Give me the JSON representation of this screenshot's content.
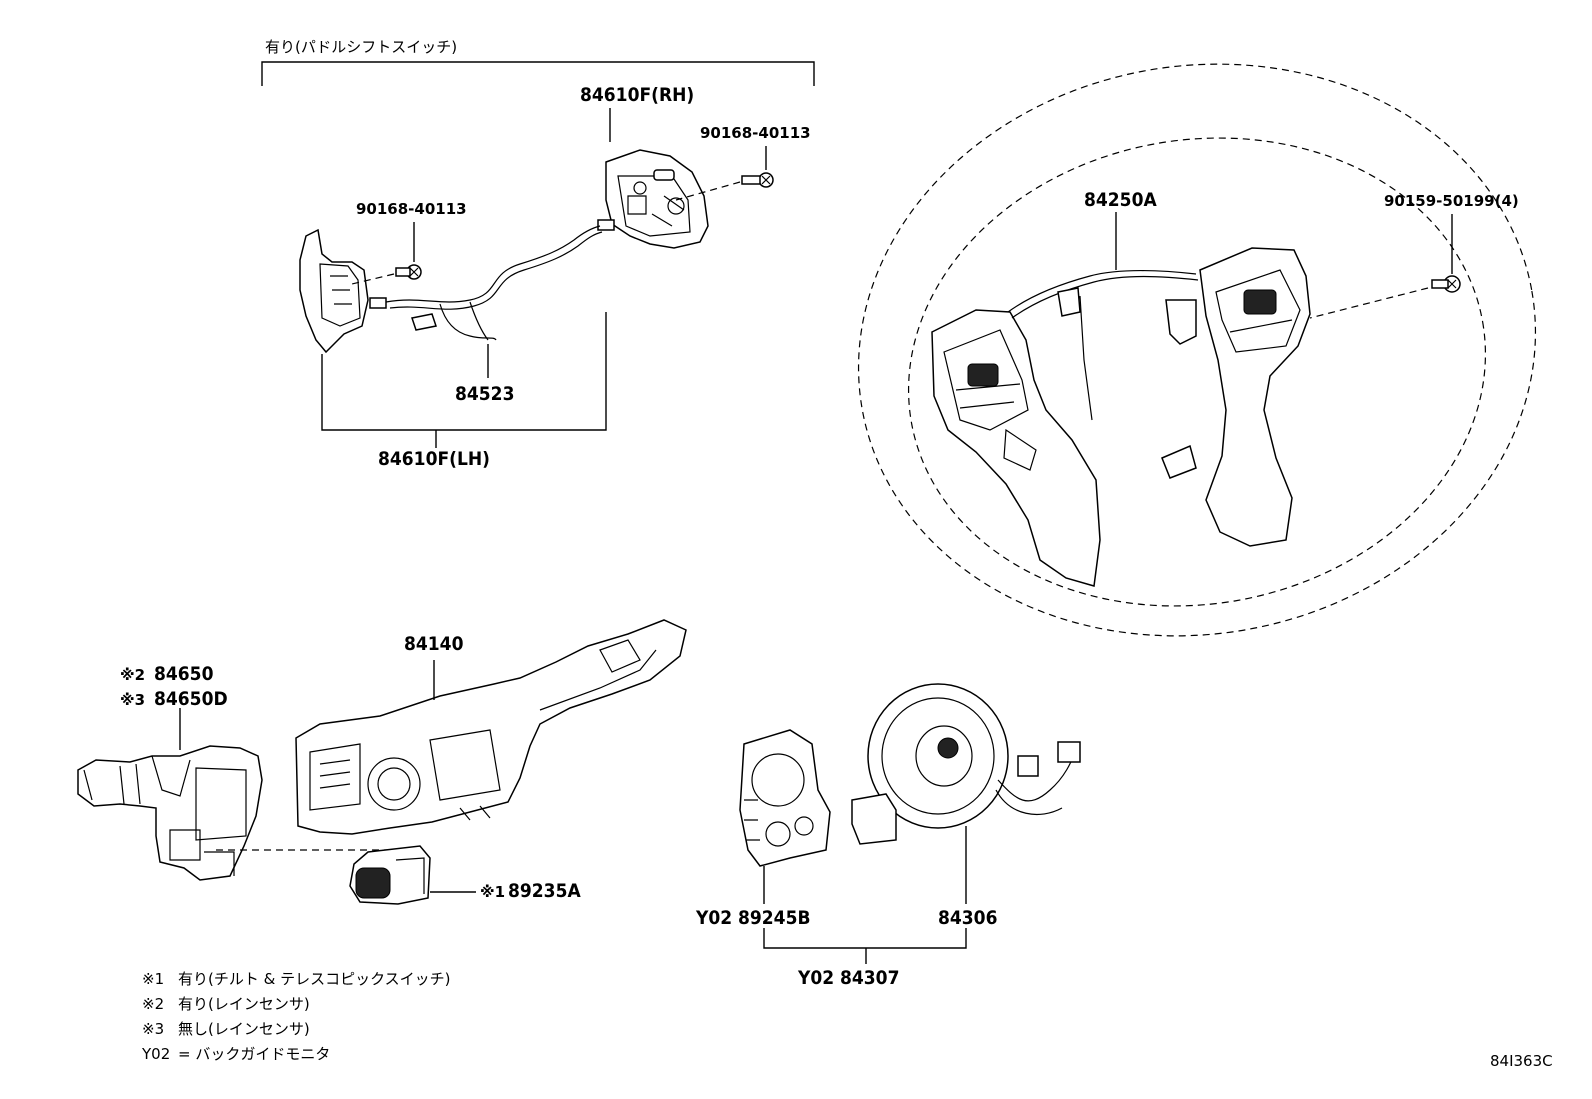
{
  "labels": {
    "paddle_header": "有り(パドルシフトスイッチ)",
    "p_84610F_RH": "84610F(RH)",
    "p_90168_right": "90168-40113",
    "p_90168_left": "90168-40113",
    "p_84523": "84523",
    "p_84610F_LH": "84610F(LH)",
    "p_84250A": "84250A",
    "p_90159": "90159-50199(4)",
    "p_84140": "84140",
    "p_84650_mark": "※2",
    "p_84650": "84650",
    "p_84650D_mark": "※3",
    "p_84650D": "84650D",
    "p_89235A_mark": "※1",
    "p_89235A": "89235A",
    "p_89245B_prefix": "Y02",
    "p_89245B": "89245B",
    "p_84306": "84306",
    "p_84307_prefix": "Y02",
    "p_84307": "84307"
  },
  "notes": [
    {
      "mark": "※1",
      "text": "有り(チルト & テレスコピックスイッチ)"
    },
    {
      "mark": "※2",
      "text": "有り(レインセンサ)"
    },
    {
      "mark": "※3",
      "text": "無し(レインセンサ)"
    },
    {
      "mark": "Y02",
      "text": "= バックガイドモニタ"
    }
  ],
  "diagram_code": "84I363C"
}
